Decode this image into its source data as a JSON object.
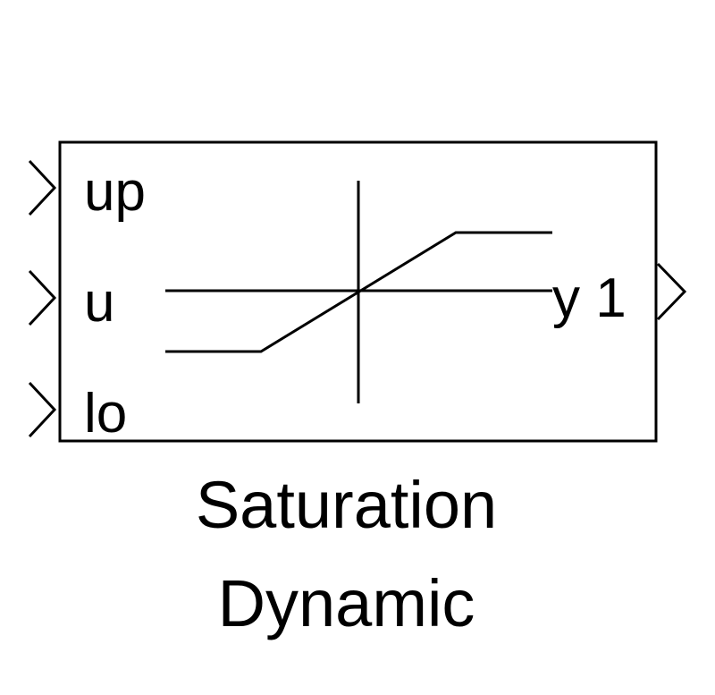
{
  "block": {
    "name_lines": [
      "Saturation",
      "Dynamic"
    ],
    "inputs": [
      "up",
      "u",
      "lo"
    ],
    "output": "y 1"
  },
  "colors": {
    "stroke": "#000000",
    "background": "#ffffff"
  },
  "icons": {
    "input_port": "chevron-right-icon",
    "output_port": "chevron-right-icon",
    "block_symbol": "saturation-curve-icon"
  }
}
